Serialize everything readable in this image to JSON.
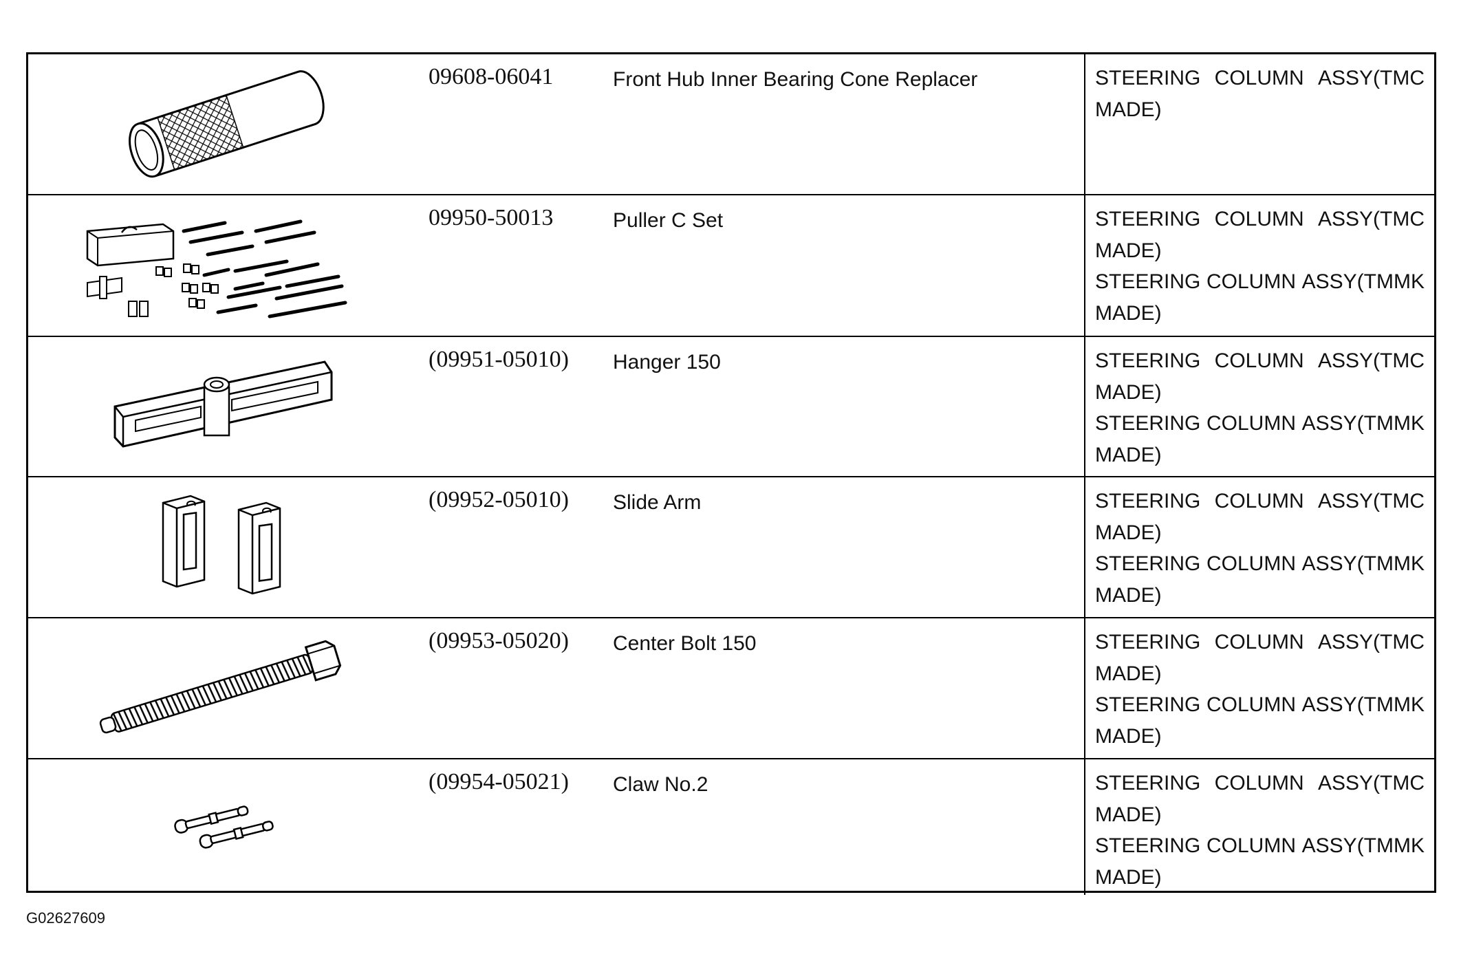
{
  "rows": [
    {
      "part_no": "09608-06041",
      "name": "Front Hub Inner Bearing Cone Replacer",
      "icon": "bearing-cone-replacer-icon",
      "usage": [
        {
          "words": [
            "STEERING",
            "COLUMN",
            "ASSY(TMC"
          ],
          "tail": "MADE)"
        }
      ]
    },
    {
      "part_no": "09950-50013",
      "name": "Puller C Set",
      "icon": "puller-set-icon",
      "usage": [
        {
          "words": [
            "STEERING",
            "COLUMN",
            "ASSY(TMC"
          ],
          "tail": "MADE)"
        },
        {
          "words": [
            "STEERING",
            "COLUMN",
            "ASSY(TMMK"
          ],
          "tail": "MADE)"
        }
      ]
    },
    {
      "part_no": "(09951-05010)",
      "name": "Hanger 150",
      "icon": "hanger-icon",
      "usage": [
        {
          "words": [
            "STEERING",
            "COLUMN",
            "ASSY(TMC"
          ],
          "tail": "MADE)"
        },
        {
          "words": [
            "STEERING",
            "COLUMN",
            "ASSY(TMMK"
          ],
          "tail": "MADE)"
        }
      ]
    },
    {
      "part_no": "(09952-05010)",
      "name": "Slide Arm",
      "icon": "slide-arm-icon",
      "usage": [
        {
          "words": [
            "STEERING",
            "COLUMN",
            "ASSY(TMC"
          ],
          "tail": "MADE)"
        },
        {
          "words": [
            "STEERING",
            "COLUMN",
            "ASSY(TMMK"
          ],
          "tail": "MADE)"
        }
      ]
    },
    {
      "part_no": "(09953-05020)",
      "name": "Center Bolt 150",
      "icon": "center-bolt-icon",
      "usage": [
        {
          "words": [
            "STEERING",
            "COLUMN",
            "ASSY(TMC"
          ],
          "tail": "MADE)"
        },
        {
          "words": [
            "STEERING",
            "COLUMN",
            "ASSY(TMMK"
          ],
          "tail": "MADE)"
        }
      ]
    },
    {
      "part_no": "(09954-05021)",
      "name": "Claw No.2",
      "icon": "claw-icon",
      "usage": [
        {
          "words": [
            "STEERING",
            "COLUMN",
            "ASSY(TMC"
          ],
          "tail": "MADE)"
        },
        {
          "words": [
            "STEERING",
            "COLUMN",
            "ASSY(TMMK"
          ],
          "tail": "MADE)"
        }
      ]
    }
  ],
  "figure_id": "G02627609"
}
